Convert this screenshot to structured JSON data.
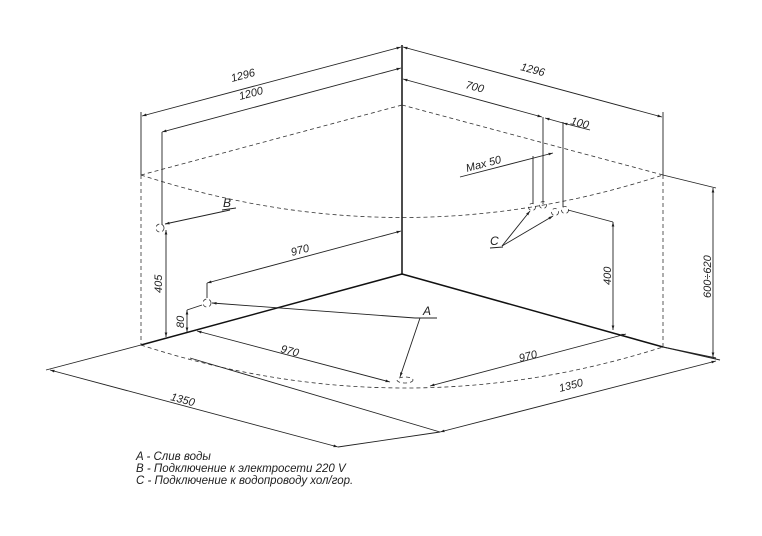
{
  "dimensions": {
    "left_outer_width": "1296",
    "left_inner_width": "1200",
    "right_outer_width": "1296",
    "right_offset_700": "700",
    "right_spacing_100": "100",
    "max_50": "Max  50",
    "upper_970": "970",
    "height_405": "405",
    "height_80": "80",
    "lower_left_970": "970",
    "lower_right_970": "970",
    "height_400": "400",
    "height_range": "600÷620",
    "floor_left_1350": "1350",
    "floor_right_1350": "1350"
  },
  "markers": {
    "a": "A",
    "b": "B",
    "c": "C"
  },
  "legend": [
    "A - Слив воды",
    "B - Подключение к электросети 220 V",
    "C - Подключение к водопроводу хол/гор."
  ]
}
